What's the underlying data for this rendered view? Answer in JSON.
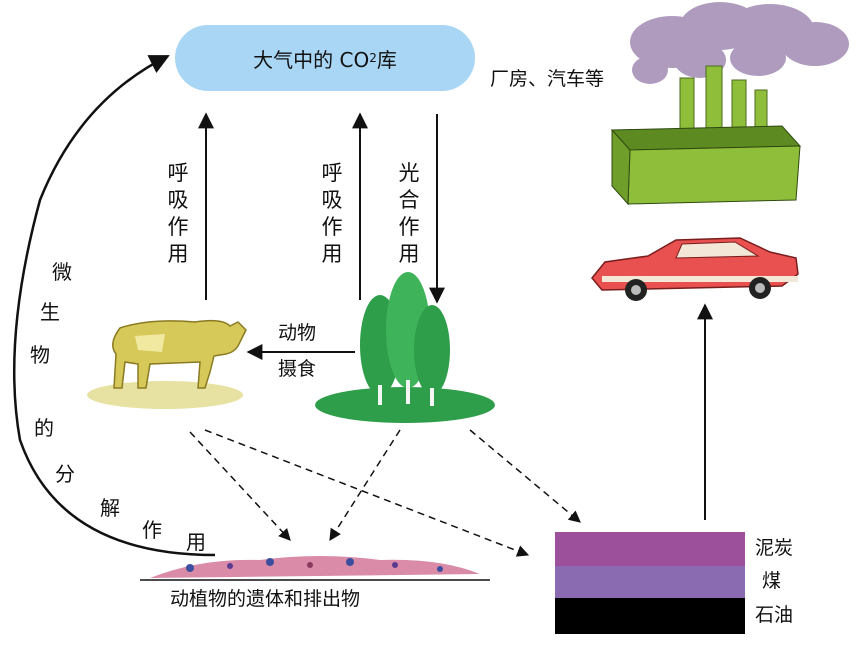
{
  "title_box": {
    "prefix": "大气中的 CO",
    "sub": "2",
    "suffix": "库",
    "fill": "#a9d6f5"
  },
  "labels": {
    "factory_car": "厂房、汽车等",
    "respiration_animal": "呼吸作用",
    "respiration_plant": "呼吸作用",
    "photosynthesis": "光合作用",
    "animal_feeding_1": "动物",
    "animal_feeding_2": "摄食",
    "remains": "动植物的遗体和排出物",
    "peat": "泥炭",
    "coal": "煤",
    "oil": "石油"
  },
  "decomposition_chars": [
    "微",
    "生",
    "物",
    "的",
    "分",
    "解",
    "作",
    "用"
  ],
  "colors": {
    "peat": "#9c4f9a",
    "coal": "#8a6ab0",
    "oil": "#000000",
    "factory_green": "#8fbf3a",
    "smoke": "#a791b8",
    "cow": "#d6c95a",
    "trees": "#2e9e4a",
    "car": "#e8514f"
  }
}
